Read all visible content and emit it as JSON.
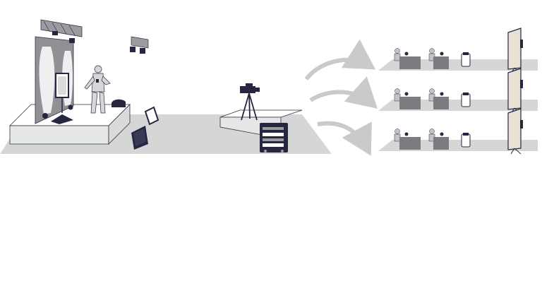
{
  "scene": {
    "colors": {
      "background": "#ffffff",
      "floor": "#d5d7d7",
      "platform_top": "#ffffff",
      "platform_side": "#e6e7e7",
      "outline": "#2f2f44",
      "navy": "#262640",
      "backdrop": "#8f9195",
      "light_glow": "#f4f4f4",
      "figure": "#d6d7d9",
      "arrow": "#c8cacb",
      "audience_table": "#7a7c80",
      "audience_person": "#c2c4c6"
    },
    "studio": {
      "items": [
        "lighting-truss",
        "spot-lights",
        "stage-backdrop",
        "presenter",
        "teleprompter-monitor",
        "floor-monitor-speaker",
        "reflector-panels"
      ]
    },
    "control": {
      "items": [
        "video-camera",
        "tripod",
        "equipment-rack"
      ]
    },
    "remote_sites": {
      "count": 3,
      "items": [
        "audience-tables",
        "seated-participants",
        "speaker-box",
        "projection-screen"
      ]
    }
  }
}
